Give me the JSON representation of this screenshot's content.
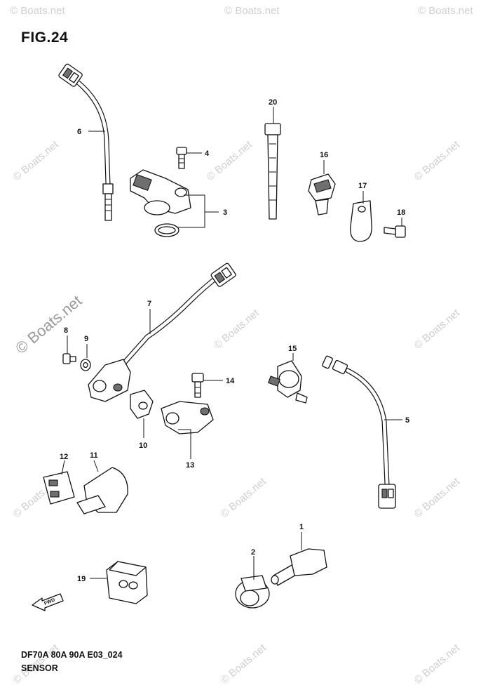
{
  "figure": {
    "title": "FIG.24",
    "model_code": "DF70A 80A 90A E03_024",
    "section_name": "SENSOR"
  },
  "watermark": {
    "text": "© Boats.net"
  },
  "direction_arrow": {
    "label": "FWD"
  },
  "callouts": [
    {
      "id": "callout-1",
      "label": "1"
    },
    {
      "id": "callout-2",
      "label": "2"
    },
    {
      "id": "callout-3",
      "label": "3"
    },
    {
      "id": "callout-4",
      "label": "4"
    },
    {
      "id": "callout-5",
      "label": "5"
    },
    {
      "id": "callout-6",
      "label": "6"
    },
    {
      "id": "callout-7",
      "label": "7"
    },
    {
      "id": "callout-8",
      "label": "8"
    },
    {
      "id": "callout-9",
      "label": "9"
    },
    {
      "id": "callout-10",
      "label": "10"
    },
    {
      "id": "callout-11",
      "label": "11"
    },
    {
      "id": "callout-12",
      "label": "12"
    },
    {
      "id": "callout-13",
      "label": "13"
    },
    {
      "id": "callout-14",
      "label": "14"
    },
    {
      "id": "callout-15",
      "label": "15"
    },
    {
      "id": "callout-16",
      "label": "16"
    },
    {
      "id": "callout-17",
      "label": "17"
    },
    {
      "id": "callout-18",
      "label": "18"
    },
    {
      "id": "callout-19",
      "label": "19"
    },
    {
      "id": "callout-20",
      "label": "20"
    }
  ]
}
